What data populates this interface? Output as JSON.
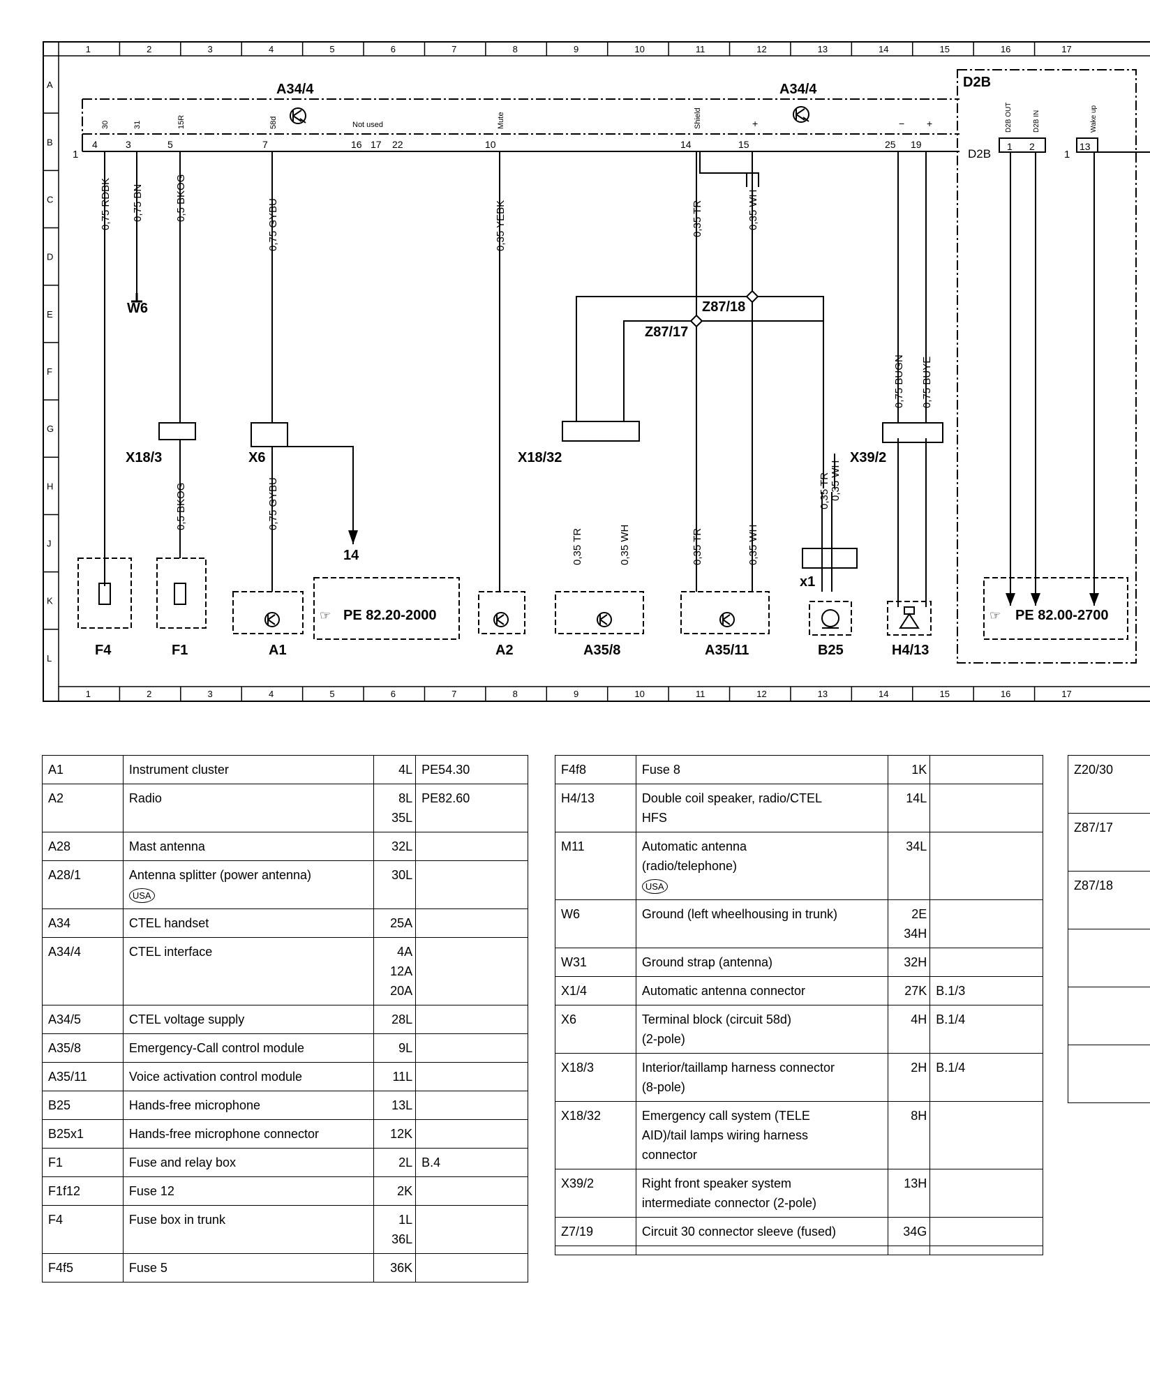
{
  "grid": {
    "columns": [
      "1",
      "2",
      "3",
      "4",
      "5",
      "6",
      "7",
      "8",
      "9",
      "10",
      "11",
      "12",
      "13",
      "14",
      "15",
      "16",
      "17"
    ],
    "rows": [
      "A",
      "B",
      "C",
      "D",
      "E",
      "F",
      "G",
      "H",
      "J",
      "K",
      "L"
    ]
  },
  "components": {
    "a34_4_left": "A34/4",
    "a34_4_right": "A34/4",
    "d2b_box": "D2B",
    "d2b_conn": "D2B",
    "w6": "W6",
    "x18_3": "X18/3",
    "x6": "X6",
    "x18_32": "X18/32",
    "x39_2": "X39/2",
    "z87_18": "Z87/18",
    "z87_17": "Z87/17",
    "x1": "x1",
    "f4": "F4",
    "f1": "F1",
    "a1": "A1",
    "a2": "A2",
    "a35_8": "A35/8",
    "a35_11": "A35/11",
    "b25": "B25",
    "h4_13": "H4/13",
    "pe_ref_1": "PE 82.20-2000",
    "pe_ref_2": "PE 82.00-2700",
    "arrow_14": "14"
  },
  "pins": {
    "p4": "4",
    "p30": "30",
    "p3": "3",
    "p31": "31",
    "p5": "5",
    "p15r": "15R",
    "p7": "7",
    "p58d": "58d",
    "p16": "16",
    "p17": "17",
    "p22": "22",
    "not_used": "Not used",
    "p10": "10",
    "mute": "Mute",
    "p14": "14",
    "shield": "Shield",
    "p15": "15",
    "plus1": "+",
    "p25": "25",
    "minus": "−",
    "p19": "19",
    "plus2": "+",
    "p1left": "1",
    "p1right": "1",
    "p13": "13",
    "wakeup": "Wake up",
    "d2b_out": "D2B OUT",
    "d2b_in": "D2B IN",
    "d2b_1": "1",
    "d2b_2": "2"
  },
  "wires": {
    "w1": "0,75 RDBK",
    "w2": "0,75 BN",
    "w3": "0,5 BKOG",
    "w4": "0,75 GYBU",
    "w5": "0,35 YEBK",
    "w6": "0,35 TR",
    "w7": "0,35 WH",
    "w8": "0,75 BUGN",
    "w9": "0,75 BUYE",
    "w10": "0,5 BKOG",
    "w11": "0,75 GYBU",
    "w12": "0,35 TR",
    "w13": "0,35 WH",
    "w14": "0,35 TR",
    "w15": "0,35 WH",
    "w16": "0,35 TR",
    "w17": "0,35 WH"
  },
  "legend_left": [
    {
      "code": "A1",
      "desc": "Instrument cluster",
      "loc": "4L",
      "ref": "PE54.30"
    },
    {
      "code": "A2",
      "desc": "Radio",
      "loc": "8L\n35L",
      "ref": "PE82.60"
    },
    {
      "code": "A28",
      "desc": "Mast antenna",
      "loc": "32L",
      "ref": ""
    },
    {
      "code": "A28/1",
      "desc": "Antenna splitter (power antenna)",
      "usa": "USA",
      "loc": "30L",
      "ref": ""
    },
    {
      "code": "A34",
      "desc": "CTEL handset",
      "loc": "25A",
      "ref": ""
    },
    {
      "code": "A34/4",
      "desc": "CTEL interface",
      "loc": "4A\n12A\n20A",
      "ref": ""
    },
    {
      "code": "A34/5",
      "desc": "CTEL voltage supply",
      "loc": "28L",
      "ref": ""
    },
    {
      "code": "A35/8",
      "desc": "Emergency-Call control module",
      "loc": "9L",
      "ref": ""
    },
    {
      "code": "A35/11",
      "desc": "Voice activation control module",
      "loc": "11L",
      "ref": ""
    },
    {
      "code": "B25",
      "desc": "Hands-free microphone",
      "loc": "13L",
      "ref": ""
    },
    {
      "code": "B25x1",
      "desc": "Hands-free microphone connector",
      "loc": "12K",
      "ref": ""
    },
    {
      "code": "F1",
      "desc": "Fuse and relay box",
      "loc": "2L",
      "ref": "B.4"
    },
    {
      "code": "F1f12",
      "desc": "Fuse 12",
      "loc": "2K",
      "ref": ""
    },
    {
      "code": "F4",
      "desc": "Fuse box in trunk",
      "loc": "1L\n36L",
      "ref": ""
    },
    {
      "code": "F4f5",
      "desc": "Fuse 5",
      "loc": "36K",
      "ref": ""
    }
  ],
  "legend_mid": [
    {
      "code": "F4f8",
      "desc": "Fuse 8",
      "loc": "1K",
      "ref": ""
    },
    {
      "code": "H4/13",
      "desc": "Double coil speaker, radio/CTEL\nHFS",
      "loc": "14L",
      "ref": ""
    },
    {
      "code": "M11",
      "desc": "Automatic antenna\n(radio/telephone)",
      "usa": "USA",
      "loc": "34L",
      "ref": ""
    },
    {
      "code": "W6",
      "desc": "Ground (left wheelhousing in trunk)",
      "loc": "2E\n34H",
      "ref": ""
    },
    {
      "code": "W31",
      "desc": "Ground strap (antenna)",
      "loc": "32H",
      "ref": ""
    },
    {
      "code": "X1/4",
      "desc": "Automatic antenna connector",
      "loc": "27K",
      "ref": "B.1/3"
    },
    {
      "code": "X6",
      "desc": "Terminal block (circuit 58d)\n(2-pole)",
      "loc": "4H",
      "ref": "B.1/4"
    },
    {
      "code": "X18/3",
      "desc": "Interior/taillamp harness connector\n(8-pole)",
      "loc": "2H",
      "ref": "B.1/4"
    },
    {
      "code": "X18/32",
      "desc": "Emergency call system (TELE\nAID)/tail lamps wiring harness\nconnector",
      "loc": "8H",
      "ref": ""
    },
    {
      "code": "X39/2",
      "desc": "Right front speaker system\nintermediate connector (2-pole)",
      "loc": "13H",
      "ref": ""
    },
    {
      "code": "Z7/19",
      "desc": "Circuit 30 connector sleeve (fused)",
      "loc": "34G",
      "ref": ""
    },
    {
      "code": "",
      "desc": "",
      "loc": "",
      "ref": ""
    }
  ],
  "legend_right": [
    {
      "code": "Z20/30"
    },
    {
      "code": "Z87/17"
    },
    {
      "code": "Z87/18"
    },
    {
      "code": ""
    },
    {
      "code": ""
    },
    {
      "code": ""
    }
  ]
}
